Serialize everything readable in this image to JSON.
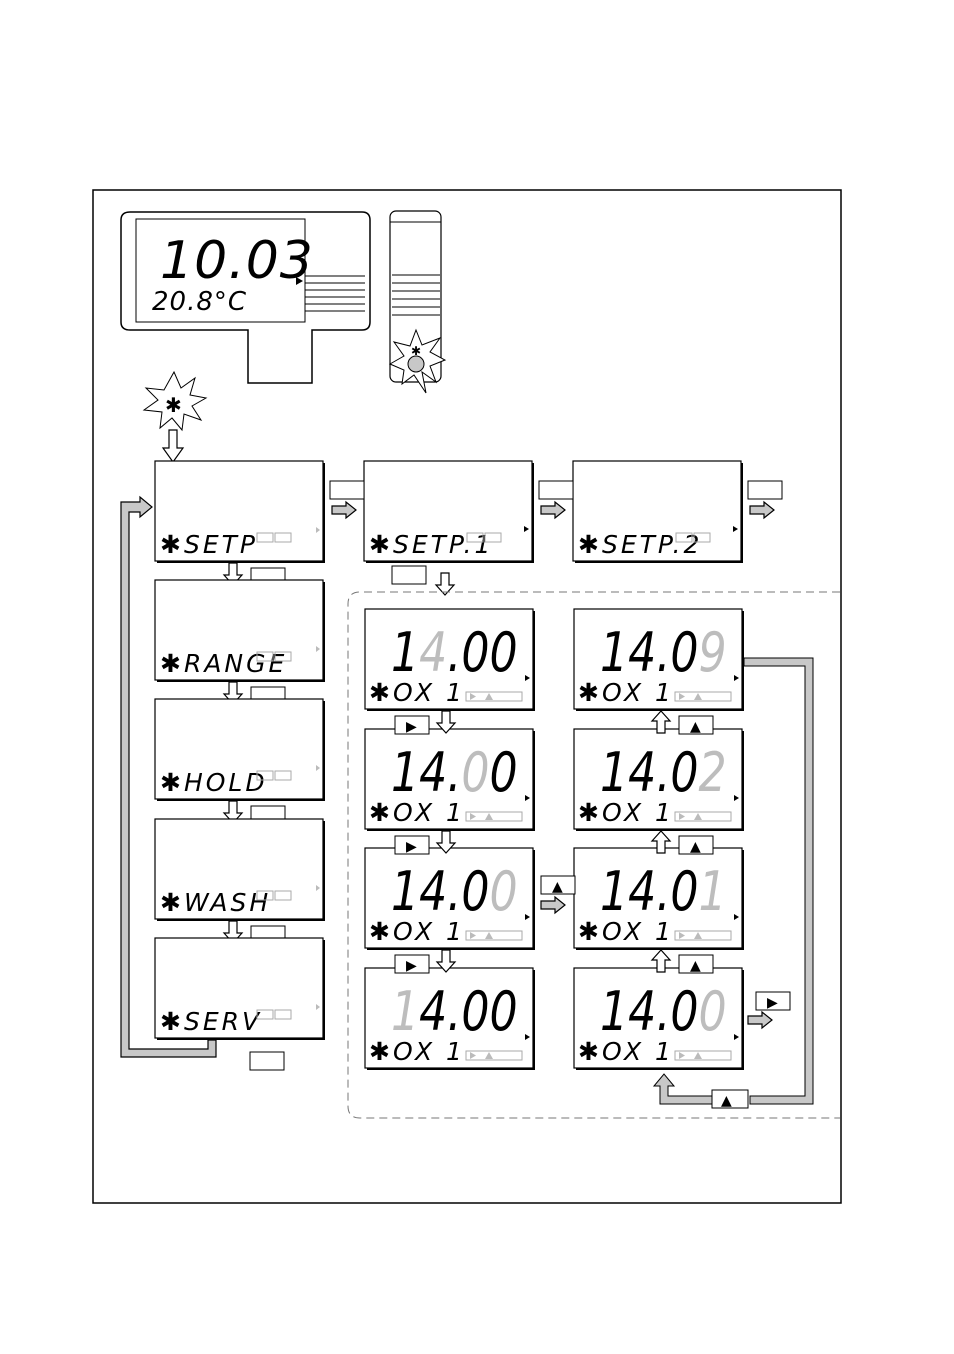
{
  "header_display": {
    "main_value": "10.03",
    "temperature": "20.8°C"
  },
  "star_symbol": "✱",
  "menu": {
    "items": [
      "SETP",
      "RANGE",
      "HOLD",
      "WASH",
      "SERV"
    ]
  },
  "setpoints": {
    "items": [
      "SETP.1",
      "SETP.2"
    ]
  },
  "editing": {
    "label": "OX 1",
    "left_column": [
      {
        "pre": "1",
        "dim": "4",
        "post": ".00"
      },
      {
        "pre": "14.",
        "dim": "0",
        "post": "0"
      },
      {
        "pre": "14.0",
        "dim": "0",
        "post": ""
      },
      {
        "pre": "",
        "dim": "1",
        "post": "4.00"
      }
    ],
    "right_column": [
      {
        "pre": "14.0",
        "dim": "9",
        "post": ""
      },
      {
        "pre": "14.0",
        "dim": "2",
        "post": ""
      },
      {
        "pre": "14.0",
        "dim": "1",
        "post": ""
      },
      {
        "pre": "14.0",
        "dim": "0",
        "post": ""
      }
    ]
  },
  "keys": {
    "right": "▶",
    "up": "▲"
  }
}
